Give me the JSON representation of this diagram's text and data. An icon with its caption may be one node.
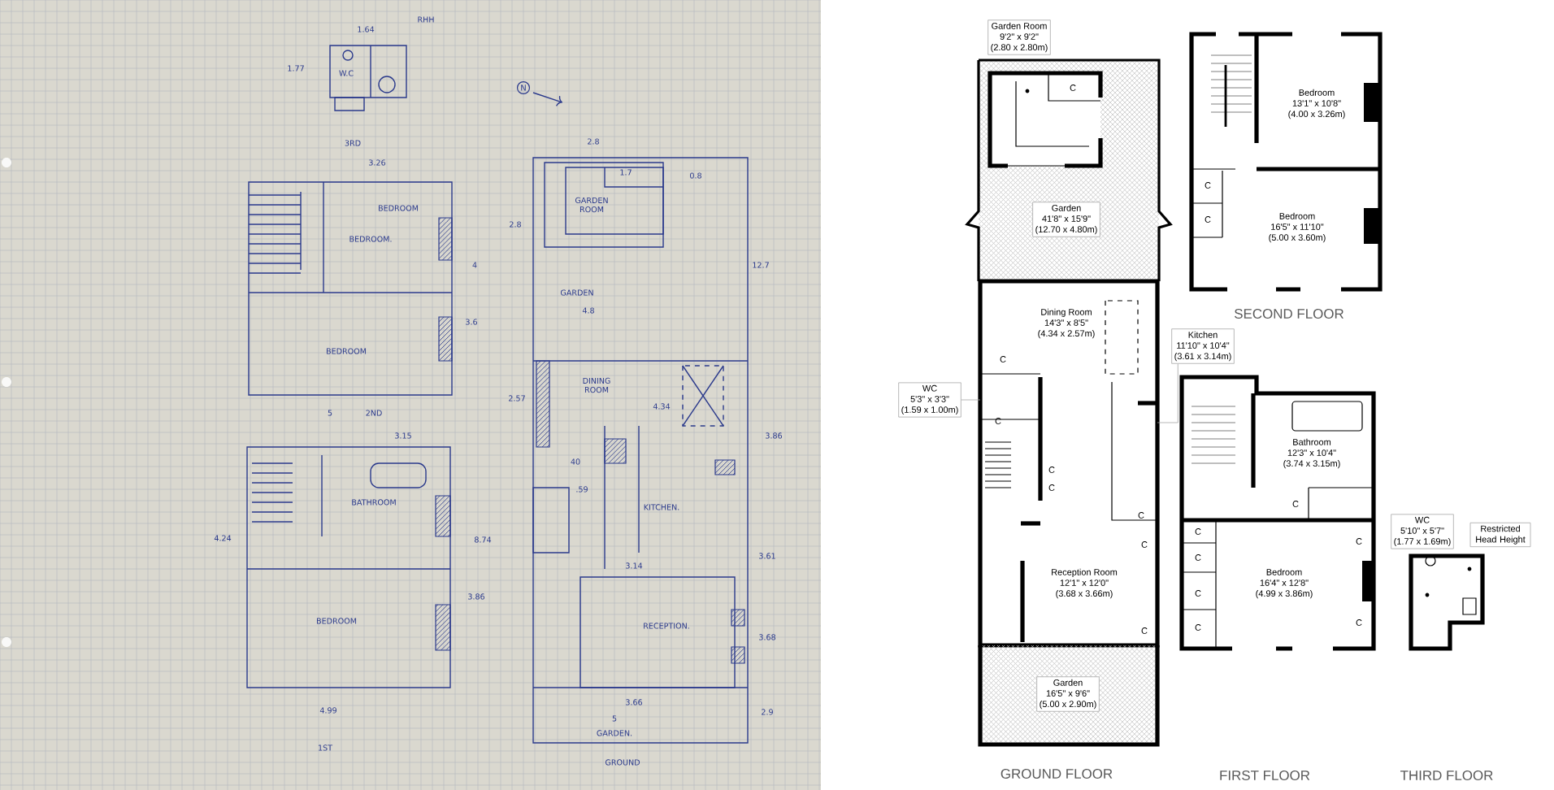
{
  "diagram": {
    "nodes": [
      {
        "text": [
          "Garden Room",
          "9'2\" x 9'2\"",
          "(2.80 x 2.80m)"
        ]
      },
      {
        "text": [
          "Garden",
          "41'8\" x 15'9\"",
          "(12.70 x 4.80m)"
        ]
      },
      {
        "text": [
          "Dining Room",
          "14'3\" x 8'5\"",
          "(4.34 x 2.57m)"
        ]
      },
      {
        "text": [
          "WC",
          "5'3\" x 3'3\"",
          "(1.59 x 1.00m)"
        ]
      },
      {
        "text": [
          "Kitchen",
          "11'10\" x 10'4\"",
          "(3.61 x 3.14m)"
        ]
      },
      {
        "text": [
          "Reception Room",
          "12'1\" x 12'0\"",
          "(3.68 x 3.66m)"
        ]
      },
      {
        "text": [
          "Garden",
          "16'5\" x 9'6\"",
          "(5.00 x 2.90m)"
        ]
      },
      {
        "text": [
          "Bedroom",
          "13'1\" x 10'8\"",
          "(4.00 x 3.26m)"
        ]
      },
      {
        "text": [
          "Bedroom",
          "16'5\" x 11'10\"",
          "(5.00 x 3.60m)"
        ]
      },
      {
        "text": [
          "Bathroom",
          "12'3\" x 10'4\"",
          "(3.74 x 3.15m)"
        ]
      },
      {
        "text": [
          "Bedroom",
          "16'4\" x 12'8\"",
          "(4.99 x 3.86m)"
        ]
      },
      {
        "text": [
          "WC",
          "5'10\" x 5'7\"",
          "(1.77 x 1.69m)"
        ]
      },
      {
        "text": [
          "Restricted Head Height"
        ]
      }
    ],
    "edges": [
      {
        "from": 3,
        "to": null,
        "arrow": "none"
      },
      {
        "from": 4,
        "to": null,
        "arrow": "none"
      }
    ],
    "labels": [
      "1.64",
      "RHH",
      "1.77",
      "W.C",
      "N",
      "3RD",
      "2.8",
      "3.26",
      "1.7",
      "0.8",
      "BEDROOM",
      "GARDEN ROOM",
      "2.8",
      "BEDROOM.",
      "4",
      "12.7",
      "GARDEN",
      "4.8",
      "3.6",
      "BEDROOM",
      "DINING ROOM",
      "2.57",
      "4.34",
      "5",
      "2ND",
      "3.15",
      "3.86",
      "40",
      ".59",
      "BATHROOM",
      "KITCHEN.",
      "4.24",
      "8.74",
      "3.61",
      "3.14",
      "3.86",
      "BEDROOM",
      "RECEPTION.",
      "3.68",
      "3.66",
      "4.99",
      "2.9",
      "5",
      "GARDEN.",
      "1ST",
      "GROUND",
      "C",
      "C",
      "C",
      "C",
      "C",
      "C",
      "C",
      "C",
      "C",
      "C",
      "C",
      "C",
      "C",
      "C",
      "C",
      "C",
      "C",
      "SECOND FLOOR",
      "GROUND FLOOR",
      "FIRST FLOOR",
      "THIRD FLOOR"
    ]
  }
}
